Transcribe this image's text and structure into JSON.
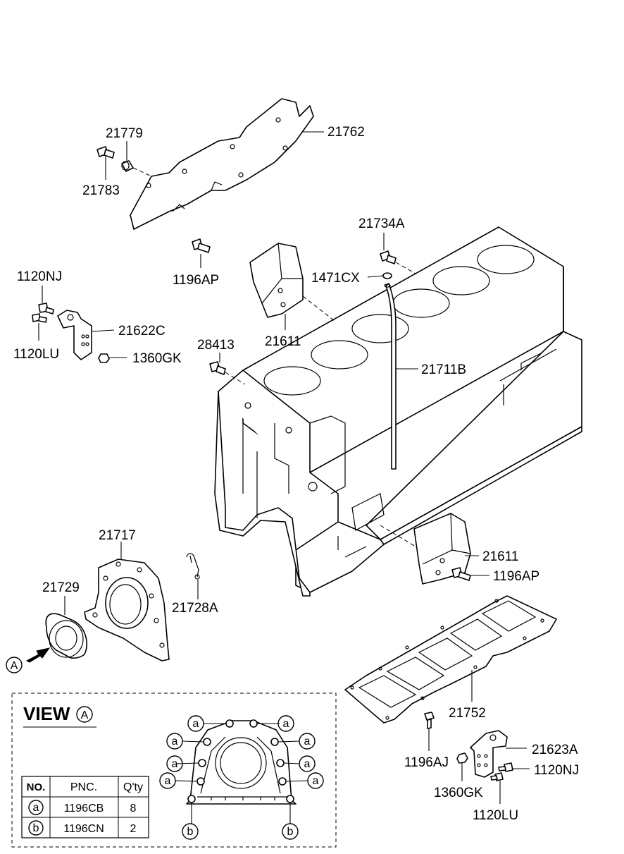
{
  "callouts": {
    "p21779": "21779",
    "p21762": "21762",
    "p21783": "21783",
    "p21734A": "21734A",
    "p1196AP_top": "1196AP",
    "p1471CX": "1471CX",
    "p1120NJ_left": "1120NJ",
    "p21622C": "21622C",
    "p21611_top": "21611",
    "p1120LU_left": "1120LU",
    "p1360GK_left": "1360GK",
    "p28413": "28413",
    "p21711B": "21711B",
    "p21717": "21717",
    "p21611_bottom": "21611",
    "p1196AP_bottom": "1196AP",
    "p21729": "21729",
    "p21728A": "21728A",
    "p21752": "21752",
    "p1196AJ": "1196AJ",
    "p21623A": "21623A",
    "p1360GK_right": "1360GK",
    "p1120NJ_right": "1120NJ",
    "p1120LU_right": "1120LU"
  },
  "view_marker": "A",
  "view": {
    "title": "VIEW",
    "marker": "A",
    "bolt_a": "a",
    "bolt_b": "b"
  },
  "table": {
    "headers": [
      "NO.",
      "PNC.",
      "Q'ty"
    ],
    "rows": [
      {
        "no": "a",
        "pnc": "1196CB",
        "qty": "8"
      },
      {
        "no": "b",
        "pnc": "1196CN",
        "qty": "2"
      }
    ]
  }
}
